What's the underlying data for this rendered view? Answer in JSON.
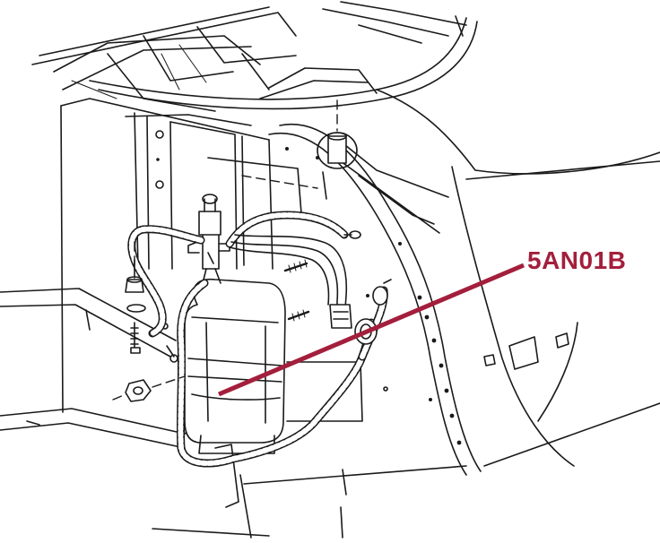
{
  "callout": {
    "label": "5AN01B",
    "color": "#a31f3c"
  },
  "colors": {
    "ink": "#1a1a1a",
    "background": "#ffffff"
  },
  "parts": {
    "reservoir": "washer-reservoir",
    "hose": "washer-hose",
    "harness": "wiring-harness",
    "bolts": [
      "mounting-bolt",
      "mounting-nut"
    ]
  }
}
